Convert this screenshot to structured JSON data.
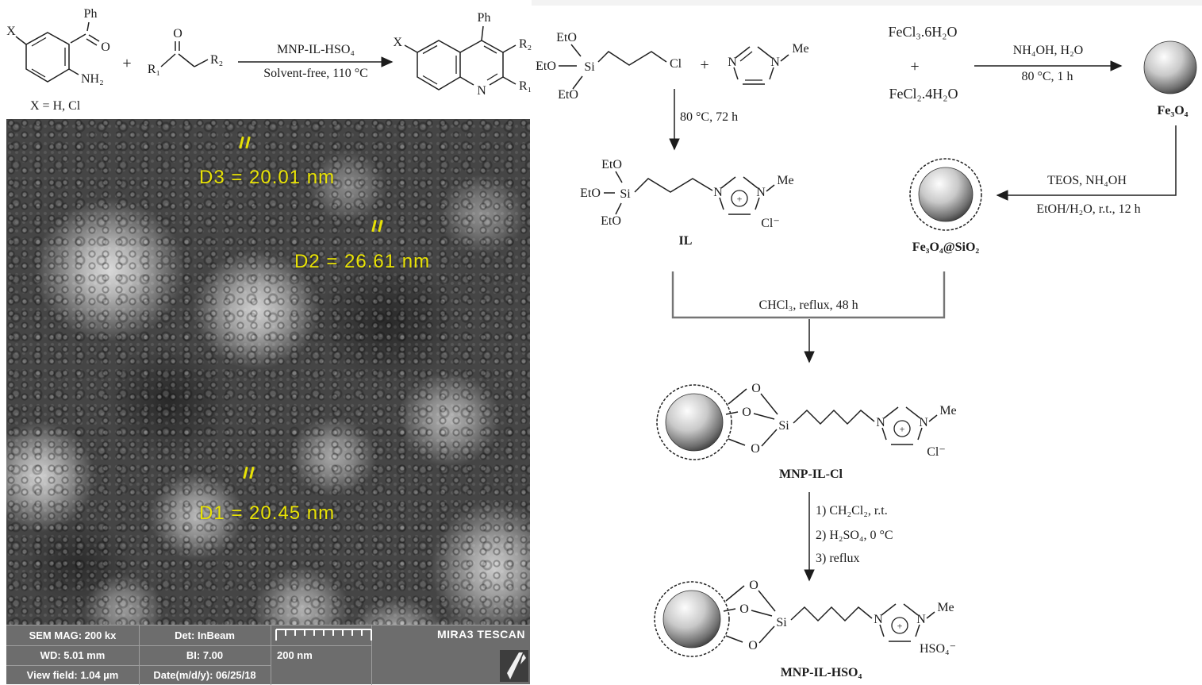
{
  "reaction": {
    "aminoketone": {
      "ph": "Ph",
      "x": "X",
      "o": "O",
      "nh2": "NH₂",
      "note": "X = H, Cl"
    },
    "plus": "+",
    "ketone": {
      "r1": "R₁",
      "o": "O",
      "r2": "R₂"
    },
    "conditions": {
      "line1": "MNP-IL-HSO₄",
      "line2": "Solvent-free, 110 °C"
    },
    "product": {
      "ph": "Ph",
      "x": "X",
      "r2": "R₂",
      "r1": "R₁",
      "n": "N"
    }
  },
  "sem": {
    "d3": "D3 = 20.01 nm",
    "d2": "D2 = 26.61 nm",
    "d1": "D1 = 20.45 nm",
    "annotation_color": "#e8e205",
    "bar": {
      "mag": "SEM MAG: 200 kx",
      "det": "Det: InBeam",
      "wd": "WD: 5.01 mm",
      "bi": "BI: 7.00",
      "view_field": "View field: 1.04 µm",
      "date": "Date(m/d/y): 06/25/18",
      "scale": "200 nm",
      "brand": "MIRA3 TESCAN"
    }
  },
  "synthesis": {
    "silane": {
      "eto_top": "EtO",
      "eto_left": "EtO",
      "eto_bottom": "EtO",
      "si": "Si",
      "cl": "Cl"
    },
    "plus1": "+",
    "mim": {
      "n1": "N",
      "n2": "N",
      "me": "Me"
    },
    "quat_cond": "80 °C, 72 h",
    "il": {
      "eto_top": "EtO",
      "eto_left": "EtO",
      "eto_bottom": "EtO",
      "si": "Si",
      "n1": "N",
      "plus": "+",
      "n2": "N",
      "me": "Me",
      "anion": "Cl⁻",
      "label": "IL"
    },
    "iron": {
      "salt1": "FeCl₃.6H₂O",
      "plus": "+",
      "salt2": "FeCl₂.4H₂O",
      "cond1": "NH₄OH, H₂O",
      "cond2": "80 °C, 1 h",
      "label": "Fe₃O₄"
    },
    "coat": {
      "cond1": "TEOS, NH₄OH",
      "cond2": "EtOH/H₂O, r.t., 12 h",
      "label": "Fe₃O₄@SiO₂"
    },
    "couple_cond": "CHCl₃, reflux, 48 h",
    "mnpilcl": {
      "o1": "O",
      "o2": "O",
      "o3": "O",
      "si": "Si",
      "n1": "N",
      "plus": "+",
      "n2": "N",
      "me": "Me",
      "anion": "Cl⁻",
      "label": "MNP-IL-Cl"
    },
    "acid": {
      "s1": "1) CH₂Cl₂, r.t.",
      "s2": "2) H₂SO₄, 0 °C",
      "s3": "3) reflux"
    },
    "mnpilhso4": {
      "o1": "O",
      "o2": "O",
      "o3": "O",
      "si": "Si",
      "n1": "N",
      "plus": "+",
      "n2": "N",
      "me": "Me",
      "anion": "HSO₄⁻",
      "label": "MNP-IL-HSO₄"
    }
  }
}
